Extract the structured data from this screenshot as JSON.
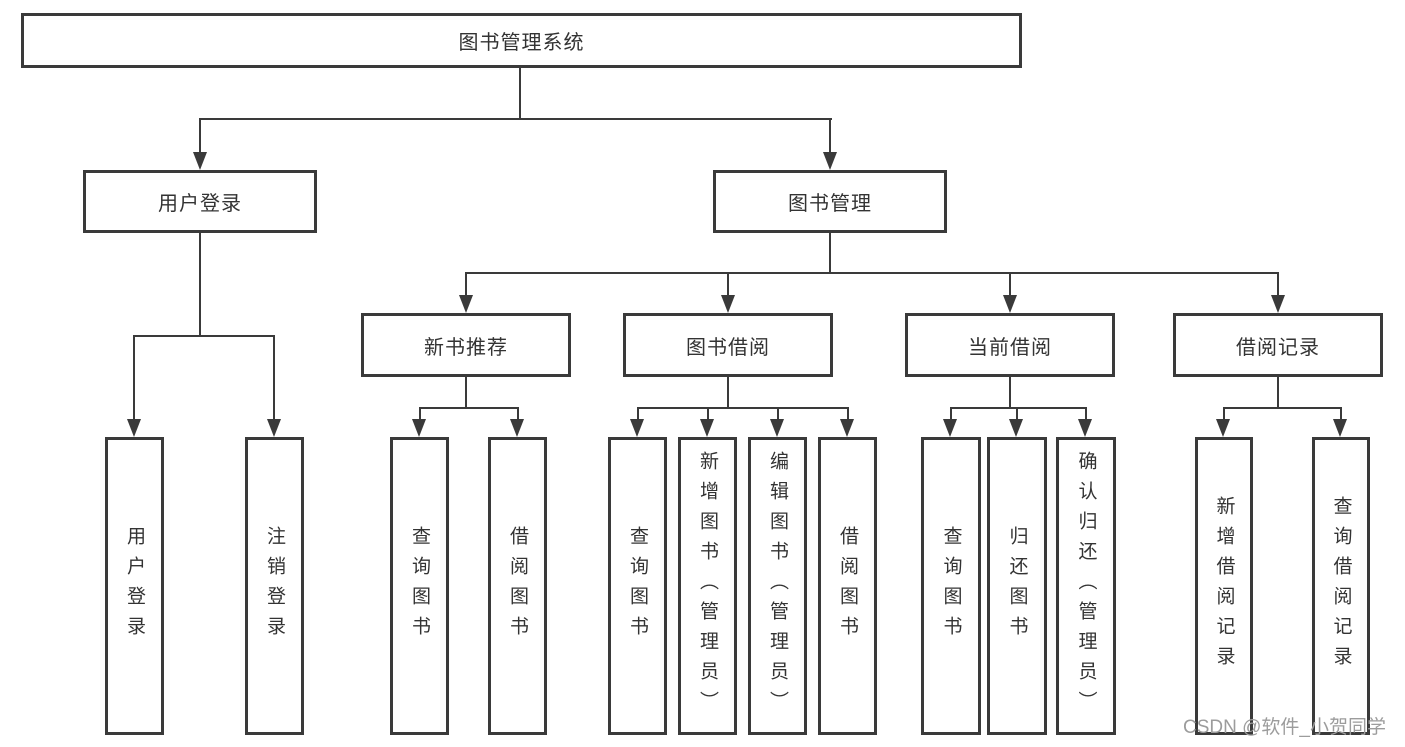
{
  "tree": {
    "label": "图书管理系统",
    "children": [
      {
        "label": "用户登录",
        "children": [
          {
            "label": "用户登录"
          },
          {
            "label": "注销登录"
          }
        ]
      },
      {
        "label": "图书管理",
        "children": [
          {
            "label": "新书推荐",
            "children": [
              {
                "label": "查询图书"
              },
              {
                "label": "借阅图书"
              }
            ]
          },
          {
            "label": "图书借阅",
            "children": [
              {
                "label": "查询图书"
              },
              {
                "label": "新增图书（管理员）"
              },
              {
                "label": "编辑图书（管理员）"
              },
              {
                "label": "借阅图书"
              }
            ]
          },
          {
            "label": "当前借阅",
            "children": [
              {
                "label": "查询图书"
              },
              {
                "label": "归还图书"
              },
              {
                "label": "确认归还（管理员）"
              }
            ]
          },
          {
            "label": "借阅记录",
            "children": [
              {
                "label": "新增借阅记录"
              },
              {
                "label": "查询借阅记录"
              }
            ]
          }
        ]
      }
    ]
  },
  "watermark": {
    "text": "CSDN @软件_小贺同学"
  },
  "colors": {
    "line": "#3a3a3a",
    "text": "#333333",
    "background": "#ffffff",
    "watermark": "#9c9c9c"
  }
}
